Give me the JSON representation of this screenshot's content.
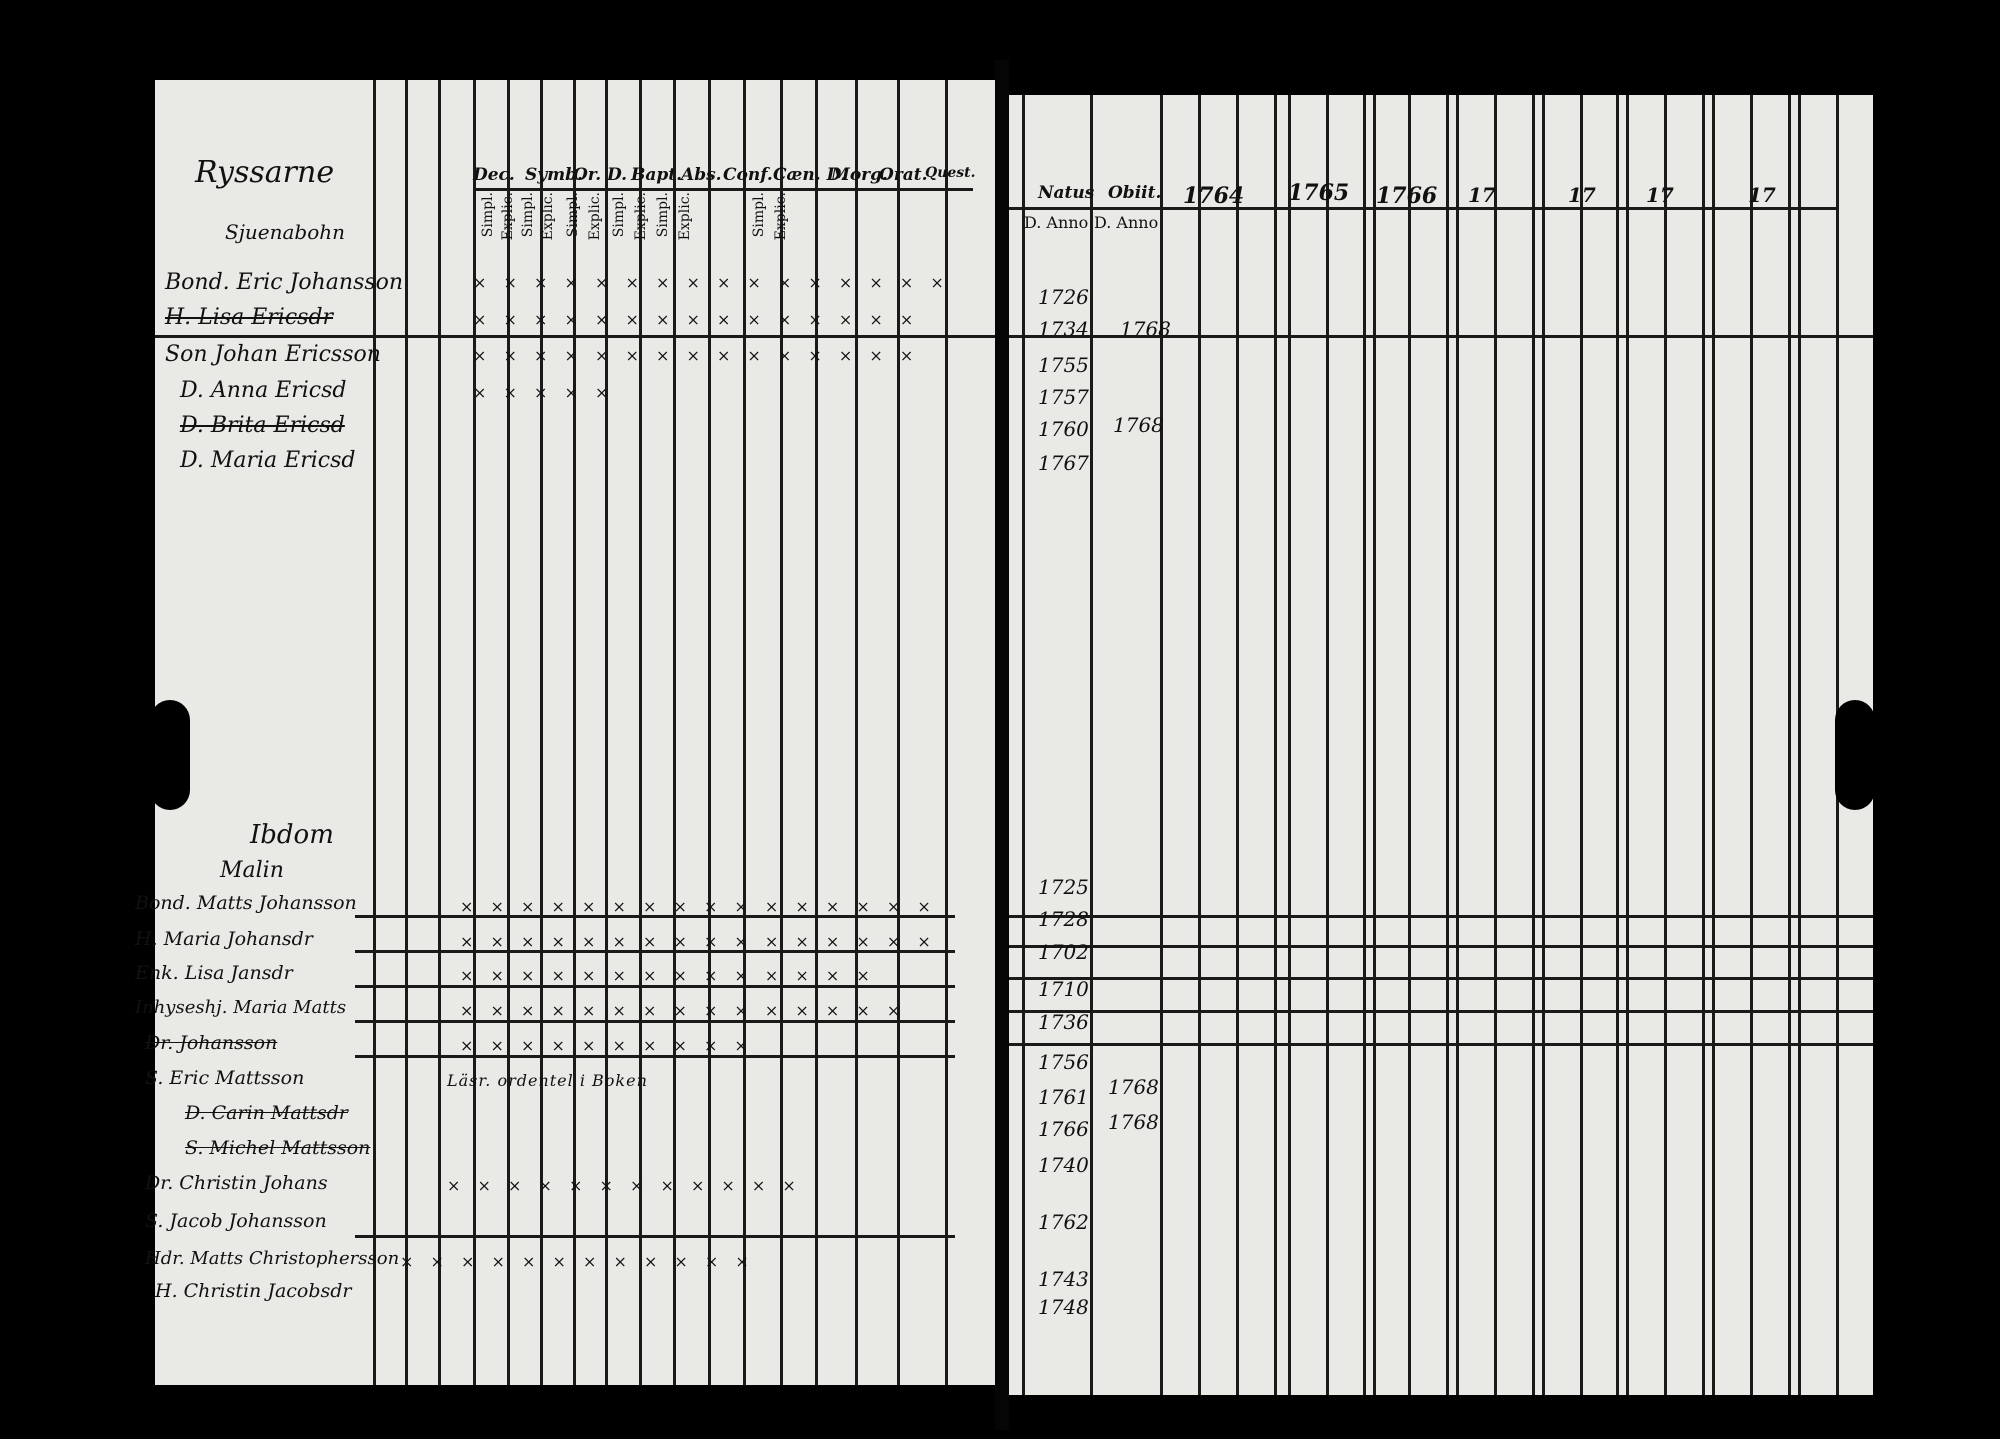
{
  "left_header": {
    "columns": [
      "Dec.",
      "Symb.",
      "Or. D.",
      "Bapt.",
      "Abs.",
      "Conf.",
      "Cæn. D.",
      "Morg.",
      "Orat.",
      "Quest."
    ],
    "subcolumns": [
      "Simpl.",
      "Explic.",
      "Simpl.",
      "Explic.",
      "Simpl.",
      "Explic.",
      "Simpl.",
      "Explic.",
      "Simpl.",
      "Explic.",
      "Simpl.",
      "Explic."
    ]
  },
  "right_header": {
    "natus": "Natus",
    "obiit": "Obiit.",
    "d_anno_1": "D. Anno",
    "d_anno_2": "D. Anno",
    "years": [
      "1764",
      "1765",
      "1766",
      "17",
      "17",
      "17",
      "17"
    ]
  },
  "household_1": {
    "title": "Ryssarne",
    "subtitle": "Sjuenabohn",
    "members": [
      {
        "name": "Bond. Eric Johansson",
        "ticks": "× × × × × × × × × × × × × × × ×",
        "born": "1726",
        "died": ""
      },
      {
        "name": "H. Lisa Ericsdr",
        "ticks": "× × × × × × × × × × × × × × ×",
        "born": "1734",
        "died": "1768"
      },
      {
        "name": "Son Johan Ericsson",
        "ticks": "× × × × × × × × × × × × × × ×",
        "born": "1755",
        "died": ""
      },
      {
        "name": "D. Anna Ericsd",
        "ticks": "× ×          × × ×",
        "born": "1757",
        "died": ""
      },
      {
        "name": "D. Brita Ericsd",
        "ticks": "",
        "born": "1760",
        "died": "1768"
      },
      {
        "name": "D. Maria Ericsd",
        "ticks": "",
        "born": "1767",
        "died": ""
      }
    ]
  },
  "household_2": {
    "title": "Ibdom",
    "subtitle": "Malin",
    "members": [
      {
        "name": "Bond. Matts Johansson",
        "ticks": "× × × × × × × × × × × × × × × ×",
        "born": "1725",
        "died": ""
      },
      {
        "name": "H. Maria Johansdr",
        "ticks": "× × × × × × × × × × × × × × × ×",
        "born": "1728",
        "died": ""
      },
      {
        "name": "Enk. Lisa Jansdr",
        "ticks": "× × × × × × × × × × × × × ×",
        "born": "1702",
        "died": ""
      },
      {
        "name": "Inhyseshj. Maria Matts",
        "ticks": "× × × × × × × × × × × × × × ×",
        "born": "1710",
        "died": ""
      },
      {
        "name": "Dr. Johansson",
        "ticks": "× × × × × × × × × ×",
        "born": "1736",
        "died": ""
      },
      {
        "name": "S. Eric Mattsson",
        "ticks": "Läsr. ordentel i Boken",
        "born": "1756",
        "died": ""
      },
      {
        "name": "D. Carin Mattsdr",
        "ticks": "",
        "born": "1761",
        "died": "1768"
      },
      {
        "name": "S. Michel Mattsson",
        "ticks": "",
        "born": "1766",
        "died": "1768"
      },
      {
        "name": "Dr. Christin Johans",
        "ticks": "× × × × × × × × × × × ×",
        "born": "1740",
        "died": ""
      },
      {
        "name": "S. Jacob Johansson",
        "ticks": "",
        "born": "1762",
        "died": ""
      },
      {
        "name": "Hdr. Matts Christophersson",
        "ticks": "× × × × × × × × × × × ×",
        "born": "1743",
        "died": ""
      },
      {
        "name": "H. Christin Jacobsdr",
        "ticks": "",
        "born": "1748",
        "died": ""
      }
    ]
  }
}
